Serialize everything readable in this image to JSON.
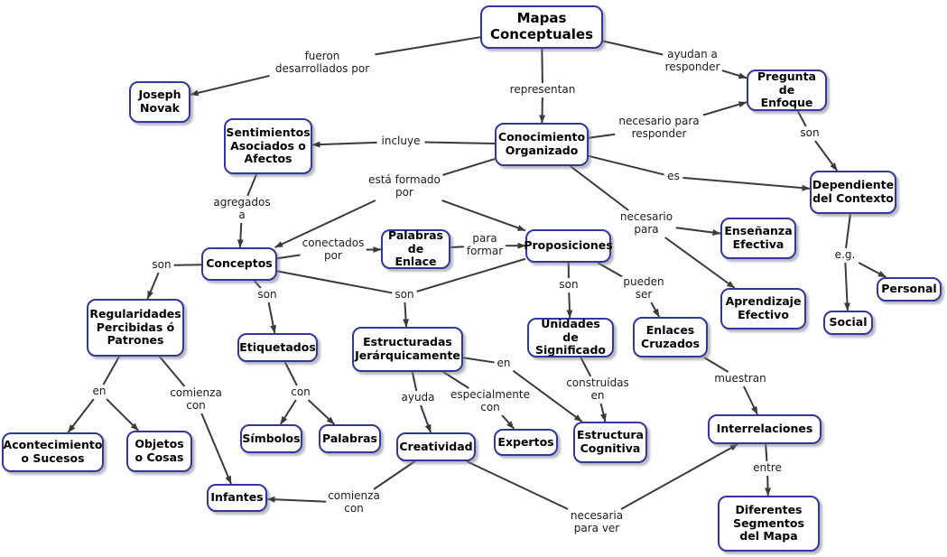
{
  "meta": {
    "title": "Mapas Conceptuales"
  },
  "colors": {
    "node_border": "#32379b",
    "node_fill": "#ffffff",
    "node_text": "#000000",
    "line": "#3a3a3a",
    "label_text": "#1c1c1c",
    "shadow": "#8282a0"
  },
  "nodes": [
    {
      "id": "mapas-conceptuales",
      "label": "Mapas\nConceptuales"
    },
    {
      "id": "joseph-novak",
      "label": "Joseph\nNovak"
    },
    {
      "id": "pregunta-de-enfoque",
      "label": "Pregunta\nde Enfoque"
    },
    {
      "id": "sentimientos-asociados",
      "label": "Sentimientos\nAsociados o\nAfectos"
    },
    {
      "id": "conocimiento-organizado",
      "label": "Conocimiento\nOrganizado"
    },
    {
      "id": "dependiente-del-contexto",
      "label": "Dependiente\ndel Contexto"
    },
    {
      "id": "ensenanza-efectiva",
      "label": "Enseñanza\nEfectiva"
    },
    {
      "id": "conceptos",
      "label": "Conceptos"
    },
    {
      "id": "palabras-de-enlace",
      "label": "Palabras\nde Enlace"
    },
    {
      "id": "proposiciones",
      "label": "Proposiciones"
    },
    {
      "id": "aprendizaje-efectivo",
      "label": "Aprendizaje\nEfectivo"
    },
    {
      "id": "personal",
      "label": "Personal"
    },
    {
      "id": "social",
      "label": "Social"
    },
    {
      "id": "regularidades-percibidas",
      "label": "Regularidades\nPercibidas ó\nPatrones"
    },
    {
      "id": "etiquetados",
      "label": "Etiquetados"
    },
    {
      "id": "estructuradas-jerarquicamente",
      "label": "Estructuradas\nJerárquicamente"
    },
    {
      "id": "unidades-de-significado",
      "label": "Unidades de\nSignificado"
    },
    {
      "id": "enlaces-cruzados",
      "label": "Enlaces\nCruzados"
    },
    {
      "id": "interrelaciones",
      "label": "Interrelaciones"
    },
    {
      "id": "acontecimiento-o-sucesos",
      "label": "Acontecimiento\no Sucesos"
    },
    {
      "id": "objetos-o-cosas",
      "label": "Objetos\no Cosas"
    },
    {
      "id": "simbolos",
      "label": "Símbolos"
    },
    {
      "id": "palabras",
      "label": "Palabras"
    },
    {
      "id": "creatividad",
      "label": "Creatividad"
    },
    {
      "id": "expertos",
      "label": "Expertos"
    },
    {
      "id": "estructura-cognitiva",
      "label": "Estructura\nCognitiva"
    },
    {
      "id": "infantes",
      "label": "Infantes"
    },
    {
      "id": "diferentes-segmentos",
      "label": "Diferentes\nSegmentos\ndel Mapa"
    }
  ],
  "links": [
    {
      "id": "fueron-desarrollados-por",
      "label": "fueron\ndesarrollados por",
      "sources": [
        "mapas-conceptuales"
      ],
      "targets": [
        "joseph-novak"
      ]
    },
    {
      "id": "representan",
      "label": "representan",
      "sources": [
        "mapas-conceptuales"
      ],
      "targets": [
        "conocimiento-organizado"
      ]
    },
    {
      "id": "ayudan-a-responder",
      "label": "ayudan a\nresponder",
      "sources": [
        "mapas-conceptuales"
      ],
      "targets": [
        "pregunta-de-enfoque"
      ]
    },
    {
      "id": "necesario-para-responder",
      "label": "necesario para\nresponder",
      "sources": [
        "conocimiento-organizado"
      ],
      "targets": [
        "pregunta-de-enfoque"
      ]
    },
    {
      "id": "son-dependiente",
      "label": "son",
      "sources": [
        "pregunta-de-enfoque"
      ],
      "targets": [
        "dependiente-del-contexto"
      ]
    },
    {
      "id": "incluye",
      "label": "incluye",
      "sources": [
        "conocimiento-organizado"
      ],
      "targets": [
        "sentimientos-asociados"
      ]
    },
    {
      "id": "es",
      "label": "es",
      "sources": [
        "conocimiento-organizado"
      ],
      "targets": [
        "dependiente-del-contexto"
      ]
    },
    {
      "id": "esta-formado-por",
      "label": "está formado\npor",
      "sources": [
        "conocimiento-organizado"
      ],
      "targets": [
        "conceptos",
        "proposiciones"
      ]
    },
    {
      "id": "agregados-a",
      "label": "agregados\na",
      "sources": [
        "sentimientos-asociados"
      ],
      "targets": [
        "conceptos"
      ]
    },
    {
      "id": "son-regularidades",
      "label": "son",
      "sources": [
        "conceptos"
      ],
      "targets": [
        "regularidades-percibidas"
      ]
    },
    {
      "id": "conectados-por",
      "label": "conectados\npor",
      "sources": [
        "conceptos"
      ],
      "targets": [
        "palabras-de-enlace"
      ]
    },
    {
      "id": "para-formar",
      "label": "para\nformar",
      "sources": [
        "palabras-de-enlace"
      ],
      "targets": [
        "proposiciones"
      ]
    },
    {
      "id": "son-etiquetados",
      "label": "son",
      "sources": [
        "conceptos"
      ],
      "targets": [
        "etiquetados"
      ]
    },
    {
      "id": "son-estructuradas",
      "label": "son",
      "sources": [
        "conceptos",
        "proposiciones"
      ],
      "targets": [
        "estructuradas-jerarquicamente"
      ]
    },
    {
      "id": "son-unidades",
      "label": "son",
      "sources": [
        "proposiciones"
      ],
      "targets": [
        "unidades-de-significado"
      ]
    },
    {
      "id": "pueden-ser",
      "label": "pueden\nser",
      "sources": [
        "proposiciones"
      ],
      "targets": [
        "enlaces-cruzados"
      ]
    },
    {
      "id": "necesario-para",
      "label": "necesario\npara",
      "sources": [
        "conocimiento-organizado"
      ],
      "targets": [
        "ensenanza-efectiva",
        "aprendizaje-efectivo"
      ]
    },
    {
      "id": "e-g",
      "label": "e.g.",
      "sources": [
        "dependiente-del-contexto"
      ],
      "targets": [
        "personal",
        "social"
      ]
    },
    {
      "id": "en-patrones",
      "label": "en",
      "sources": [
        "regularidades-percibidas"
      ],
      "targets": [
        "acontecimiento-o-sucesos",
        "objetos-o-cosas"
      ]
    },
    {
      "id": "comienza-con-patrones",
      "label": "comienza\ncon",
      "sources": [
        "regularidades-percibidas"
      ],
      "targets": [
        "infantes"
      ]
    },
    {
      "id": "con-etiquetados",
      "label": "con",
      "sources": [
        "etiquetados"
      ],
      "targets": [
        "simbolos",
        "palabras"
      ]
    },
    {
      "id": "ayuda",
      "label": "ayuda",
      "sources": [
        "estructuradas-jerarquicamente"
      ],
      "targets": [
        "creatividad"
      ]
    },
    {
      "id": "especialmente-con",
      "label": "especialmente\ncon",
      "sources": [
        "estructuradas-jerarquicamente"
      ],
      "targets": [
        "expertos"
      ]
    },
    {
      "id": "en-cognitiva",
      "label": "en",
      "sources": [
        "estructuradas-jerarquicamente"
      ],
      "targets": [
        "estructura-cognitiva"
      ]
    },
    {
      "id": "construidas-en",
      "label": "construídas\nen",
      "sources": [
        "unidades-de-significado"
      ],
      "targets": [
        "estructura-cognitiva"
      ]
    },
    {
      "id": "muestran",
      "label": "muestran",
      "sources": [
        "enlaces-cruzados"
      ],
      "targets": [
        "interrelaciones"
      ]
    },
    {
      "id": "entre",
      "label": "entre",
      "sources": [
        "interrelaciones"
      ],
      "targets": [
        "diferentes-segmentos"
      ]
    },
    {
      "id": "comienza-con-creatividad",
      "label": "comienza\ncon",
      "sources": [
        "creatividad"
      ],
      "targets": [
        "infantes"
      ]
    },
    {
      "id": "necesaria-para-ver",
      "label": "necesaria\npara ver",
      "sources": [
        "creatividad"
      ],
      "targets": [
        "interrelaciones"
      ]
    }
  ]
}
